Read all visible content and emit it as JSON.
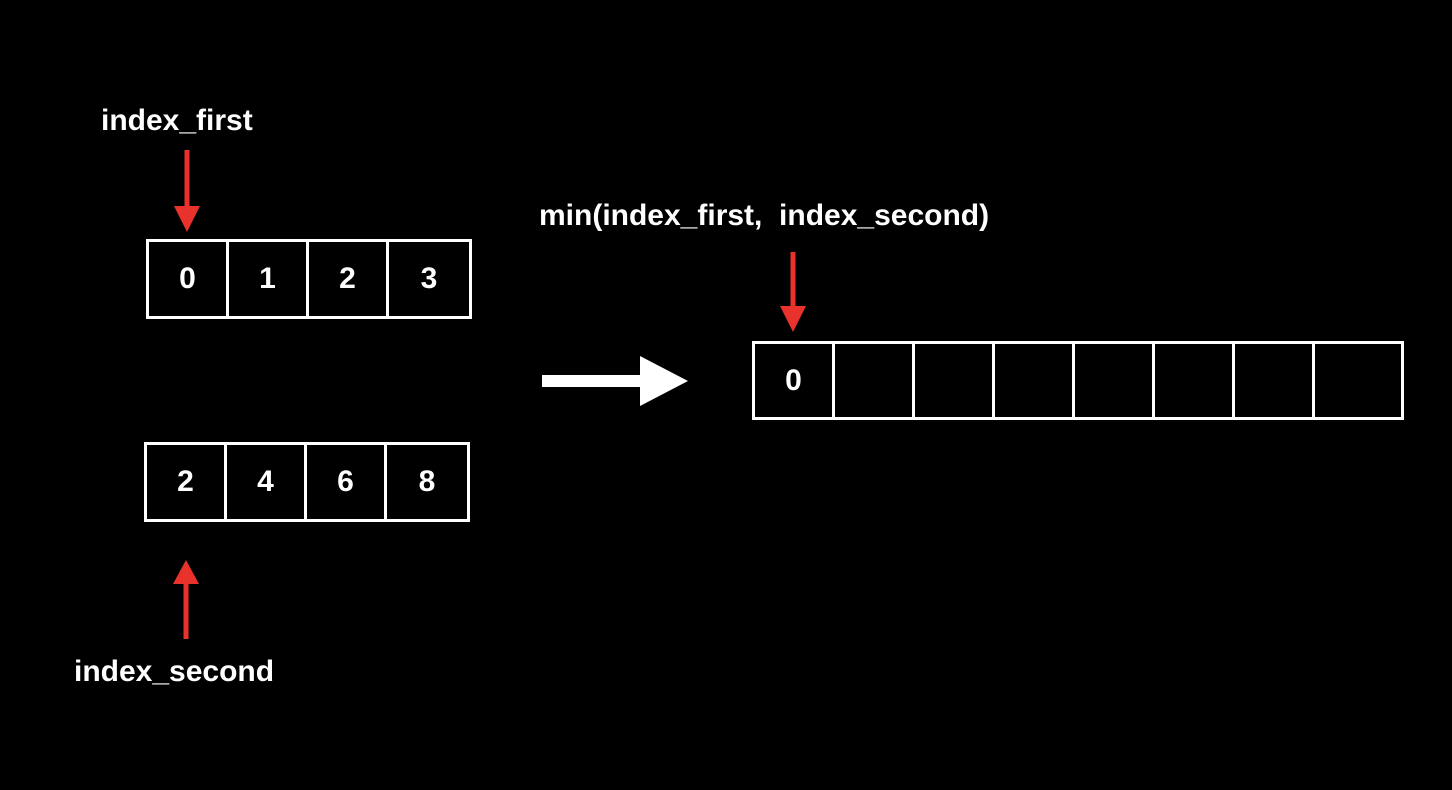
{
  "labels": {
    "index_first": "index_first",
    "index_second": "index_second",
    "min_expr": "min(index_first,  index_second)"
  },
  "arrays": {
    "first": [
      "0",
      "1",
      "2",
      "3"
    ],
    "second": [
      "2",
      "4",
      "6",
      "8"
    ],
    "merged": [
      "0",
      "",
      "",
      "",
      "",
      "",
      "",
      ""
    ]
  },
  "colors": {
    "background": "#000000",
    "foreground": "#ffffff",
    "pointer": "#e8322b"
  }
}
